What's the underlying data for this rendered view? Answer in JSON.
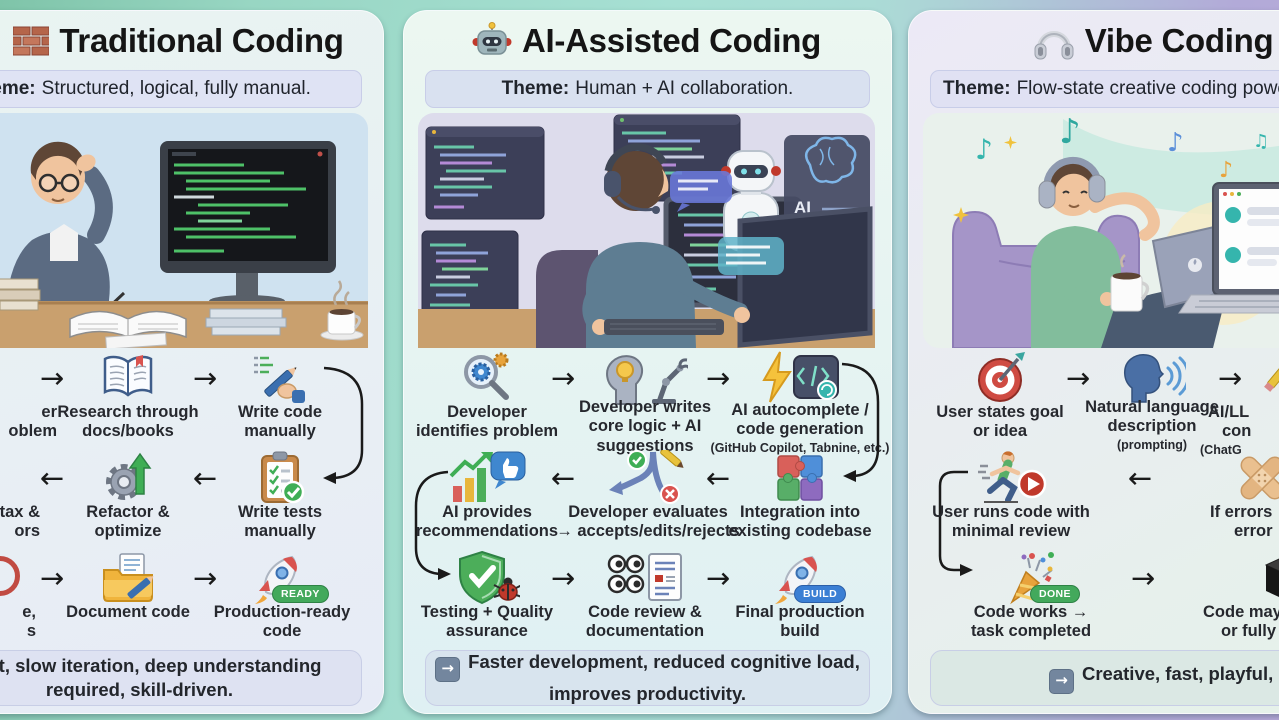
{
  "glyphs": {
    "right": "→",
    "left": "←"
  },
  "panels": [
    {
      "title": "Traditional Coding",
      "theme_label": "Theme:",
      "theme_text": "Structured, logical, fully manual.",
      "rows": [
        {
          "steps": [
            {
              "lines": [
                "er",
                "oblem"
              ]
            },
            {
              "lines": [
                "Research through",
                "docs/books"
              ]
            },
            {
              "lines": [
                "Write code",
                "manually"
              ]
            }
          ]
        },
        {
          "steps": [
            {
              "lines": [
                "tax &",
                "ors"
              ]
            },
            {
              "lines": [
                "Refactor &",
                "optimize"
              ]
            },
            {
              "lines": [
                "Write tests",
                "manually"
              ]
            }
          ]
        },
        {
          "steps": [
            {
              "lines": [
                "e,",
                "s"
              ]
            },
            {
              "lines": [
                "Document code"
              ]
            },
            {
              "lines": [
                "Production-ready",
                "code"
              ],
              "badge": "READY"
            }
          ]
        }
      ],
      "summary_lines": [
        "effort, slow iteration, deep understanding",
        "required, skill-driven."
      ]
    },
    {
      "title": "AI-Assisted Coding",
      "theme_label": "Theme:",
      "theme_text": "Human + AI collaboration.",
      "robot_label": "AI",
      "rows": [
        {
          "steps": [
            {
              "lines": [
                "Developer",
                "identifies problem"
              ]
            },
            {
              "lines": [
                "Developer writes",
                "core logic + AI",
                "suggestions"
              ]
            },
            {
              "lines": [
                "AI autocomplete /",
                "code generation"
              ],
              "sub": "(GitHub Copilot, Tabnine, etc.)"
            }
          ]
        },
        {
          "steps": [
            {
              "lines": [
                "AI provides",
                "recommendations"
              ]
            },
            {
              "lines": [
                "Developer evaluates",
                "→ accepts/edits/rejects"
              ]
            },
            {
              "lines": [
                "Integration into",
                "existing codebase"
              ]
            }
          ]
        },
        {
          "steps": [
            {
              "lines": [
                "Testing + Quality",
                "assurance"
              ]
            },
            {
              "lines": [
                "Code review &",
                "documentation"
              ]
            },
            {
              "lines": [
                "Final production",
                "build"
              ],
              "badge": "BUILD"
            }
          ]
        }
      ],
      "summary_lines": [
        "Faster development, reduced cognitive load,",
        "improves productivity."
      ]
    },
    {
      "title": "Vibe Coding",
      "theme_label": "Theme:",
      "theme_text": "Flow-state creative coding powere",
      "rows": [
        {
          "steps": [
            {
              "lines": [
                "User states goal",
                "or idea"
              ]
            },
            {
              "lines": [
                "Natural language",
                "description"
              ],
              "sub": "(prompting)"
            },
            {
              "lines": [
                "AI/LL",
                "con"
              ],
              "sub": "(ChatG"
            }
          ]
        },
        {
          "steps": [
            {
              "lines": [
                "User runs code with",
                "minimal review"
              ]
            },
            {
              "lines": [
                "If errors →",
                "error →"
              ]
            }
          ]
        },
        {
          "steps": [
            {
              "lines": [
                "Code works →",
                "task completed"
              ],
              "badge": "DONE"
            },
            {
              "lines": [
                "Code may rem",
                "or fully a “b"
              ]
            }
          ]
        }
      ],
      "summary_lines": [
        "Creative, fast, playful, experimentatio"
      ]
    }
  ]
}
